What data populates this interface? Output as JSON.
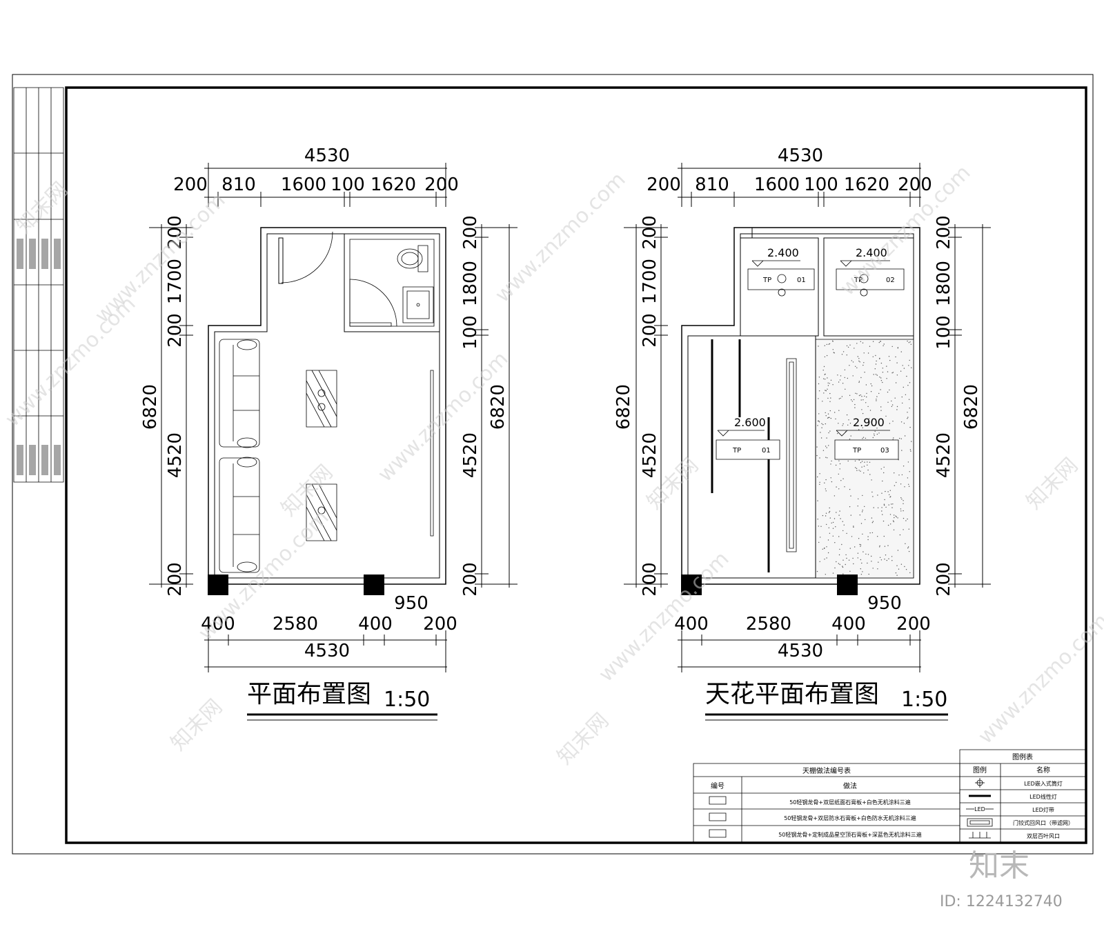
{
  "plans": [
    {
      "title": "平面布置图",
      "scale": "1:50",
      "top_total": "4530",
      "top_segments": [
        "200",
        "810",
        "1600",
        "100",
        "1620",
        "200"
      ],
      "left_total": "6820",
      "left_segments": [
        "200",
        "1700",
        "200",
        "4520",
        "200"
      ],
      "right_total": "6820",
      "right_segments": [
        "200",
        "1800",
        "100",
        "4520",
        "200"
      ],
      "bottom_total": "4530",
      "bottom_segments": [
        "400",
        "2580",
        "400",
        "200"
      ],
      "bottom_extra": "950"
    },
    {
      "title": "天花平面布置图",
      "scale": "1:50",
      "top_total": "4530",
      "top_segments": [
        "200",
        "810",
        "1600",
        "100",
        "1620",
        "200"
      ],
      "left_total": "6820",
      "left_segments": [
        "200",
        "1700",
        "200",
        "4520",
        "200"
      ],
      "right_total": "6820",
      "right_segments": [
        "200",
        "1800",
        "100",
        "4520",
        "200"
      ],
      "bottom_total": "4530",
      "bottom_segments": [
        "400",
        "2580",
        "400",
        "200"
      ],
      "bottom_extra": "950",
      "levels": [
        "2.400",
        "2.400",
        "2.600",
        "2.900"
      ],
      "ceiling_tags": [
        {
          "code": "TP",
          "num": "01"
        },
        {
          "code": "TP",
          "num": "02"
        },
        {
          "code": "TP",
          "num": "01"
        },
        {
          "code": "TP",
          "num": "03"
        }
      ]
    }
  ],
  "ceiling_table": {
    "title": "天棚做法编号表",
    "headers": [
      "编号",
      "做法"
    ],
    "rows": [
      {
        "method": "50轻钢龙骨+双层纸面石膏板+白色无机涂料三遍"
      },
      {
        "method": "50轻钢龙骨+双层防水石膏板+白色防水无机涂料三遍"
      },
      {
        "method": "50轻钢龙骨+定制成品星空顶石膏板+深蓝色无机涂料三遍"
      }
    ]
  },
  "legend_table": {
    "title": "图例表",
    "headers": [
      "图例",
      "名称"
    ],
    "rows": [
      {
        "name": "LED嵌入式筒灯",
        "icon": "downlight-icon"
      },
      {
        "name": "LED线性灯",
        "icon": "linear-light-icon"
      },
      {
        "name": "LED灯带",
        "icon": "led-strip-icon",
        "symbol": "LED"
      },
      {
        "name": "门铰式回风口（带滤网）",
        "icon": "return-vent-icon"
      },
      {
        "name": "双层百叶风口",
        "icon": "louver-vent-icon"
      }
    ]
  },
  "watermark": {
    "text": "www.znzmo.com",
    "brand_cn": "知末网",
    "logo": "知末",
    "id_label": "ID: 1224132740"
  }
}
